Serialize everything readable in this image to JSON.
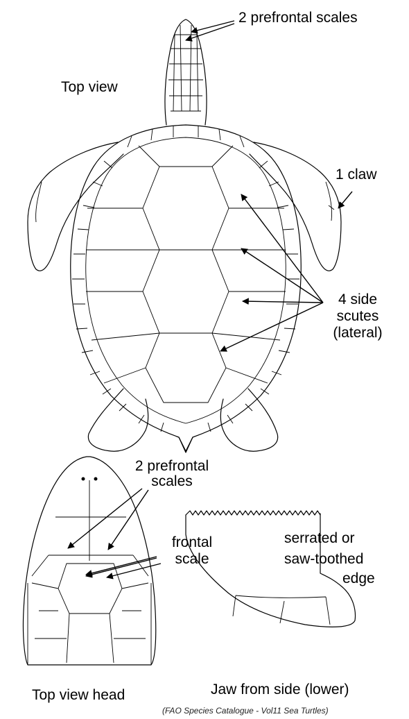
{
  "labels": {
    "prefrontal_top": "2 prefrontal scales",
    "top_view": "Top view",
    "claw": "1 claw",
    "side_scutes_1": "4 side",
    "side_scutes_2": "scutes",
    "side_scutes_3": "(lateral)",
    "prefrontal_head_1": "2 prefrontal",
    "prefrontal_head_2": "scales",
    "frontal_1": "frontal",
    "frontal_2": "scale",
    "serrated_1": "serrated or",
    "serrated_2": "saw-toothed",
    "serrated_3": "edge",
    "top_view_head": "Top view head",
    "jaw_side": "Jaw from side (lower)",
    "credit": "(FAO Species Catalogue - Vol11 Sea Turtles)"
  }
}
